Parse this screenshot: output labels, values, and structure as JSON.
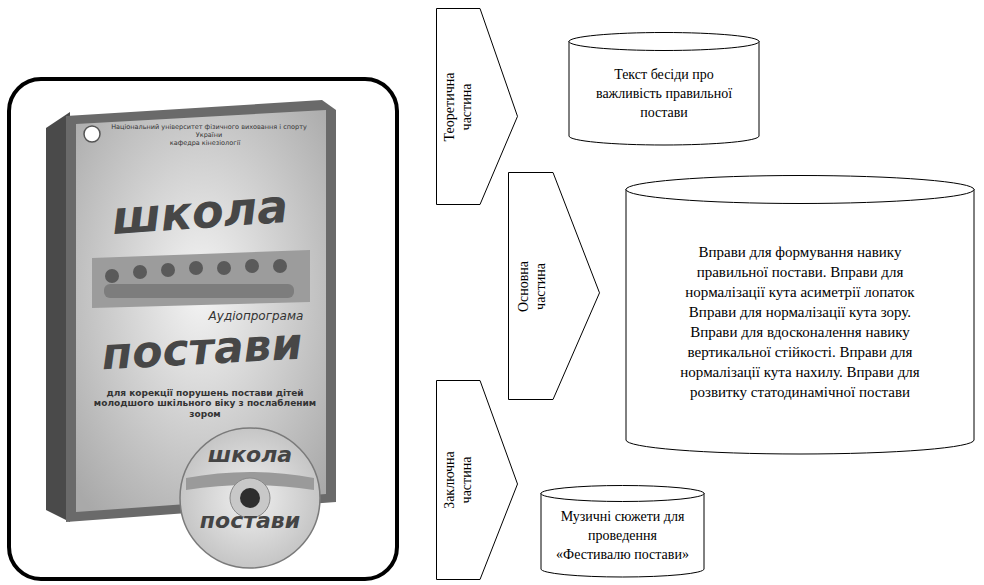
{
  "diagram": {
    "nodes": [
      {
        "text": [
          "Теоретична частина"
        ]
      },
      {
        "text": [
          "Текст бесіди про важливість правильної постави"
        ]
      },
      {
        "text": [
          "Основна частина"
        ]
      },
      {
        "text": [
          "Вправи для формування навику правильної постави. Вправи для нормалізації кута асиметрії лопаток Вправи для нормалізації кута зору. Вправи для вдосконалення навику вертикальної стійкості. Вправи для нормалізації кута нахилу. Вправи для розвитку статодинамічної постави"
        ]
      },
      {
        "text": [
          "Заключна частина"
        ]
      },
      {
        "text": [
          "Музичні сюжети для проведення «Фестивалю постави»"
        ]
      }
    ],
    "labels": [
      "Національний університет фізичного виховання і спорту України",
      "кафедра кінезіології",
      "школа",
      "Аудіопрограма",
      "постави",
      "для корекції порушень постави дітей молодшого шкільного віку з послабленим зором",
      "школа",
      "постави"
    ]
  }
}
